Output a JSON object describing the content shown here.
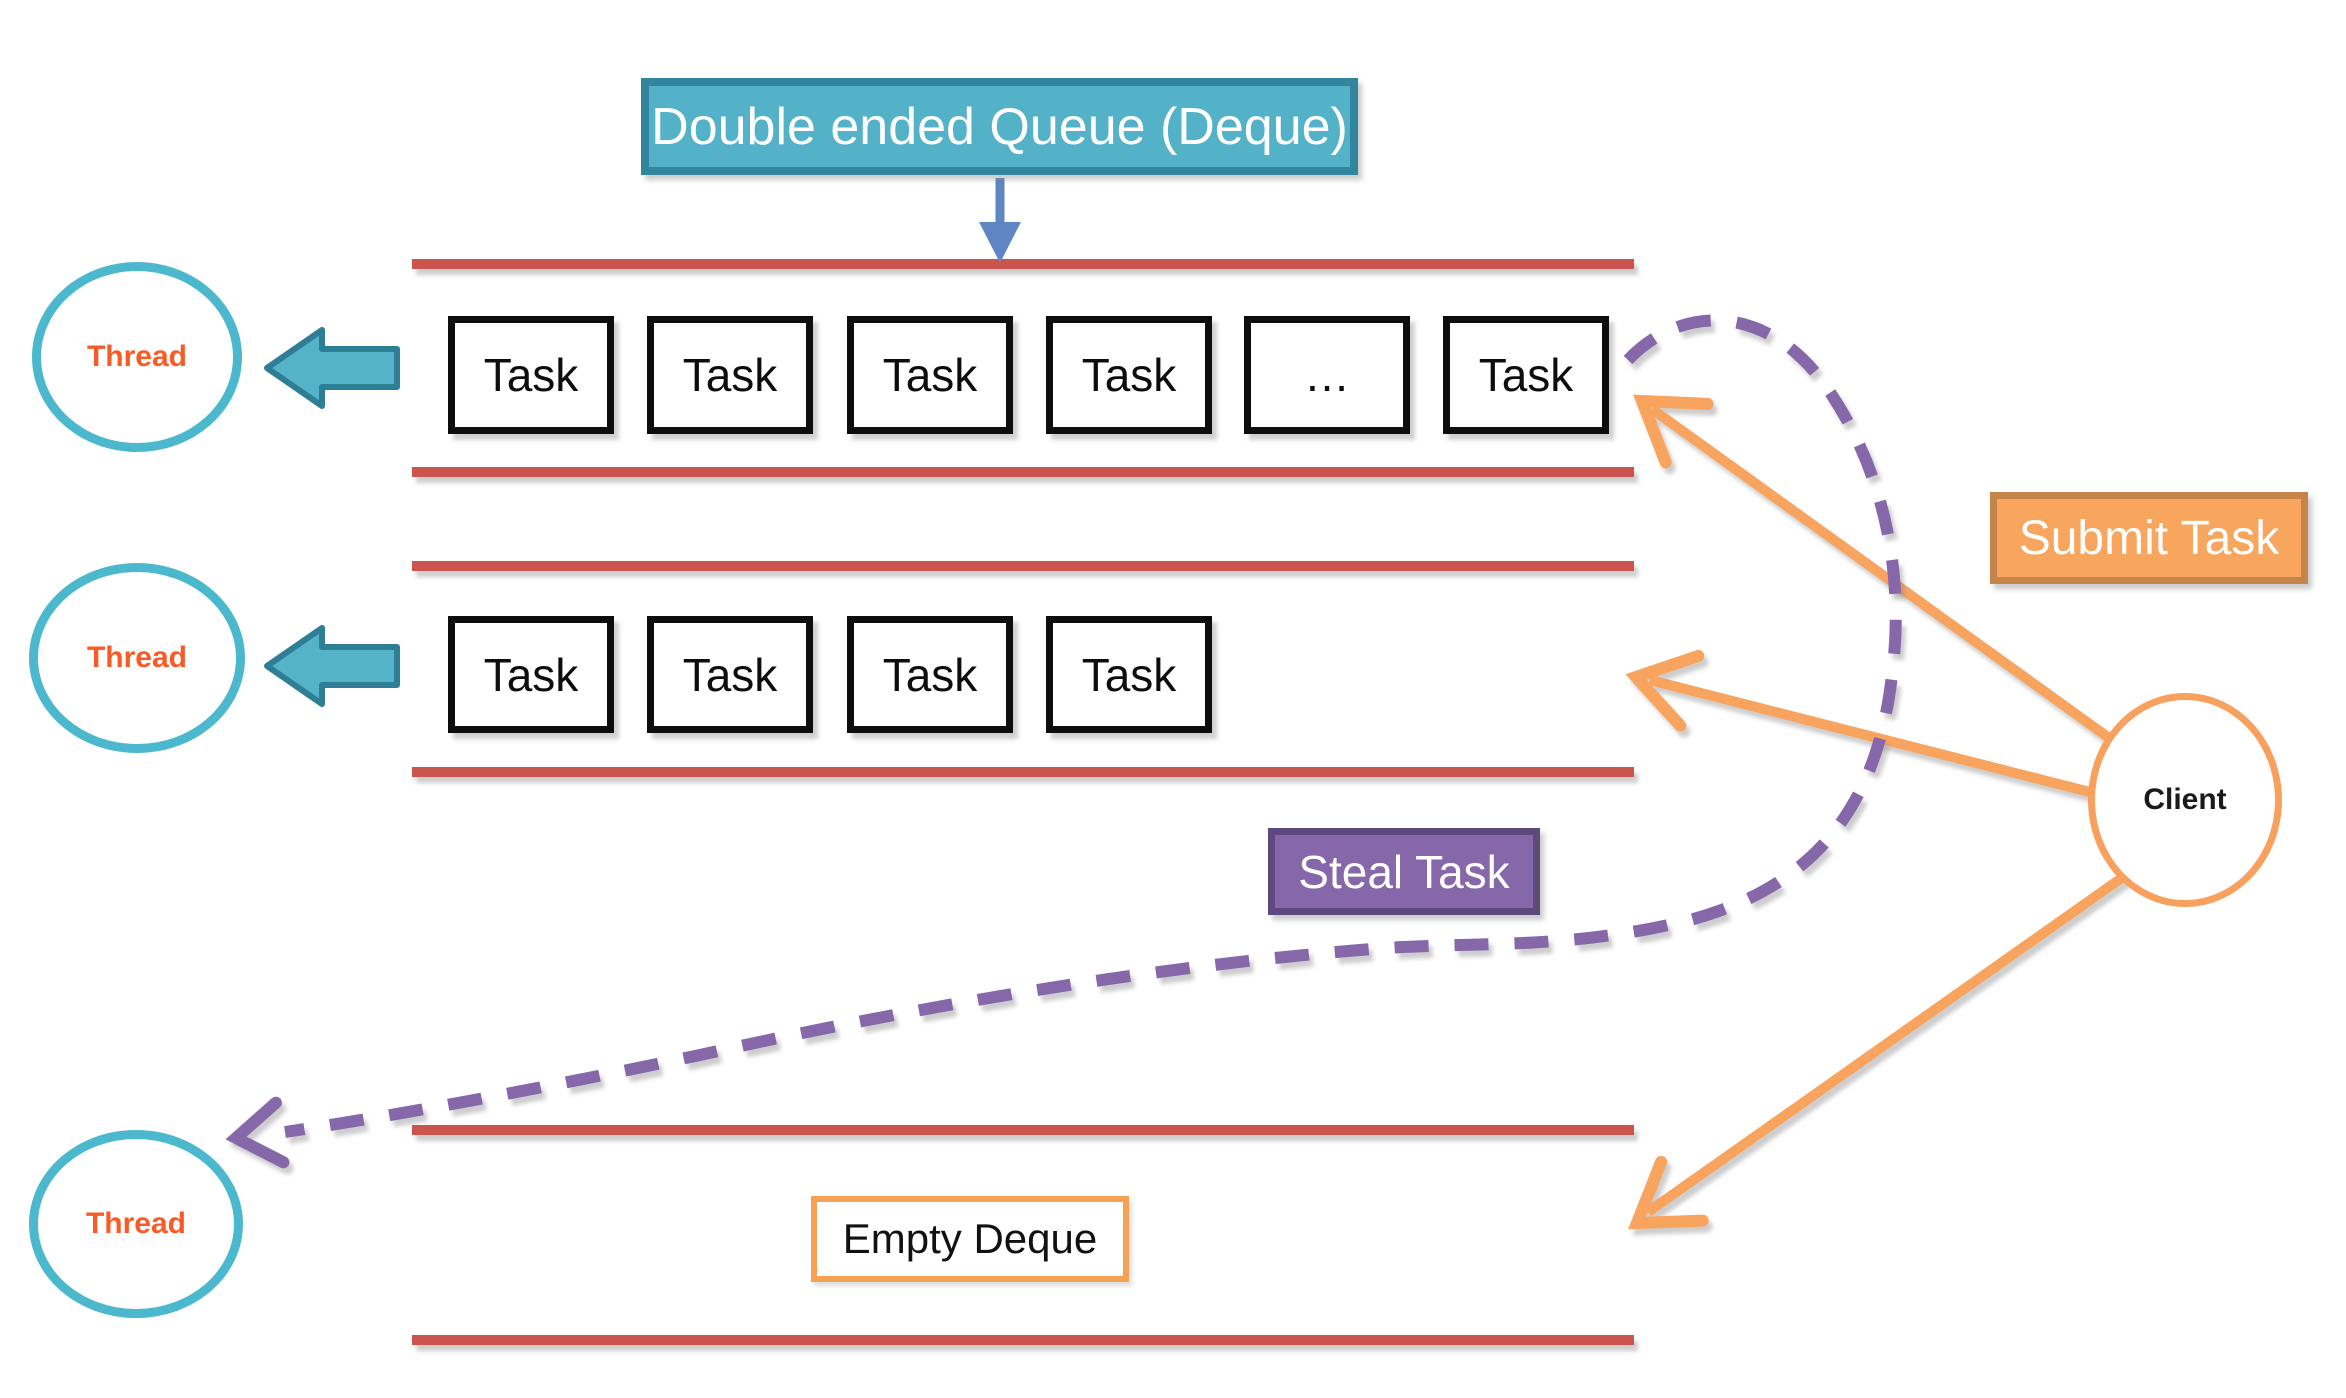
{
  "labels": {
    "deque": "Double ended Queue (Deque)",
    "submit": "Submit Task",
    "steal": "Steal Task",
    "empty_deque": "Empty Deque",
    "client": "Client"
  },
  "threads": [
    "Thread",
    "Thread",
    "Thread"
  ],
  "deques": [
    {
      "tasks": [
        "Task",
        "Task",
        "Task",
        "Task",
        "…",
        "Task"
      ]
    },
    {
      "tasks": [
        "Task",
        "Task",
        "Task",
        "Task"
      ]
    },
    {
      "tasks": [],
      "note": "Empty Deque"
    }
  ],
  "colors": {
    "deque_rail_red": "#CC544E",
    "teal_fill": "#54B2C8",
    "teal_border": "#31859C",
    "thread_circle_stroke": "#4CB8CD",
    "thread_text_orange": "#FA5B26",
    "orange_fill": "#F8A55E",
    "orange_border": "#C5854A",
    "purple_fill": "#8667A9",
    "purple_border": "#5F4A7D",
    "blue_arrow": "#5E86C2",
    "task_border": "#0d0d0d"
  }
}
